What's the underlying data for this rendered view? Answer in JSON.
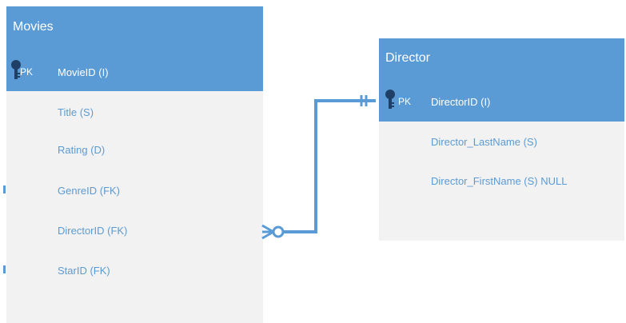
{
  "colors": {
    "accent": "#5b9bd5",
    "body": "#f2f2f2",
    "text_on_accent": "#ffffff"
  },
  "movies": {
    "title": "Movies",
    "pk_label": "PK",
    "pk_field": "MovieID (I)",
    "fields": [
      "Title (S)",
      "Rating (D)",
      "GenreID (FK)",
      "DirectorID (FK)",
      "StarID (FK)"
    ],
    "key_icon": "key-icon"
  },
  "director": {
    "title": "Director",
    "pk_label": "PK",
    "pk_field": "DirectorID (I)",
    "fields": [
      "Director_LastName (S)",
      "Director_FirstName (S) NULL"
    ],
    "key_icon": "key-icon"
  },
  "relationship": {
    "from_end": "zero-or-many",
    "to_end": "one-and-only-one"
  }
}
